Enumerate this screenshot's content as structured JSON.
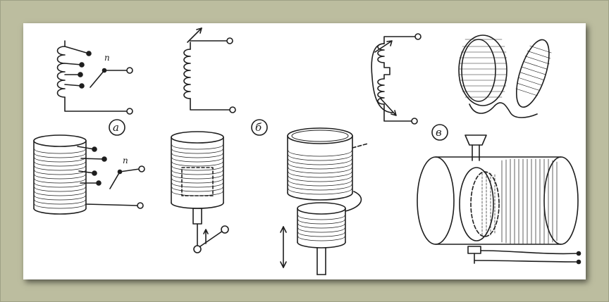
{
  "labels": {
    "fig_a": "а",
    "fig_b": "б",
    "fig_v": "в",
    "switch_a_top": "п",
    "switch_a_bottom": "п"
  },
  "colors": {
    "background": "#bcbd9f",
    "panel": "#ffffff",
    "ink": "#1e1e1e"
  }
}
